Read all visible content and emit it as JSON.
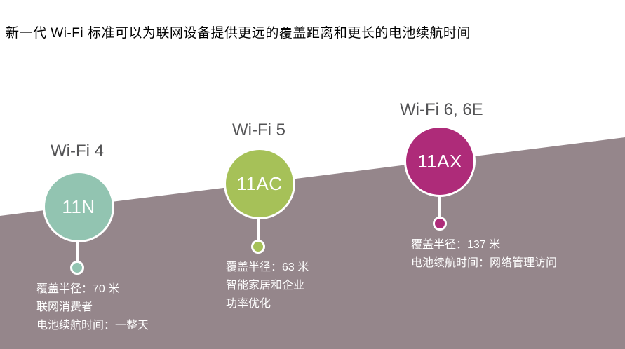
{
  "title": "新一代 Wi-Fi 标准可以为联网设备提供更远的覆盖距离和更长的电池续航时间",
  "colors": {
    "background": "#ffffff",
    "slope": "#95868b",
    "wifi4": "#92c4b1",
    "wifi5": "#a6c158",
    "wifi6": "#ae2b79",
    "node_label_text": "#545456",
    "detail_text": "#ffffff"
  },
  "nodes": [
    {
      "label": "Wi-Fi 4",
      "standard": "11N",
      "details": [
        "覆盖半径：70 米",
        "联网消费者",
        "电池续航时间：一整天"
      ]
    },
    {
      "label": "Wi-Fi 5",
      "standard": "11AC",
      "details": [
        "覆盖半径：63 米",
        "智能家居和企业",
        "功率优化"
      ]
    },
    {
      "label": "Wi-Fi 6, 6E",
      "standard": "11AX",
      "details": [
        "覆盖半径：137 米",
        "电池续航时间：网络管理访问"
      ]
    }
  ]
}
